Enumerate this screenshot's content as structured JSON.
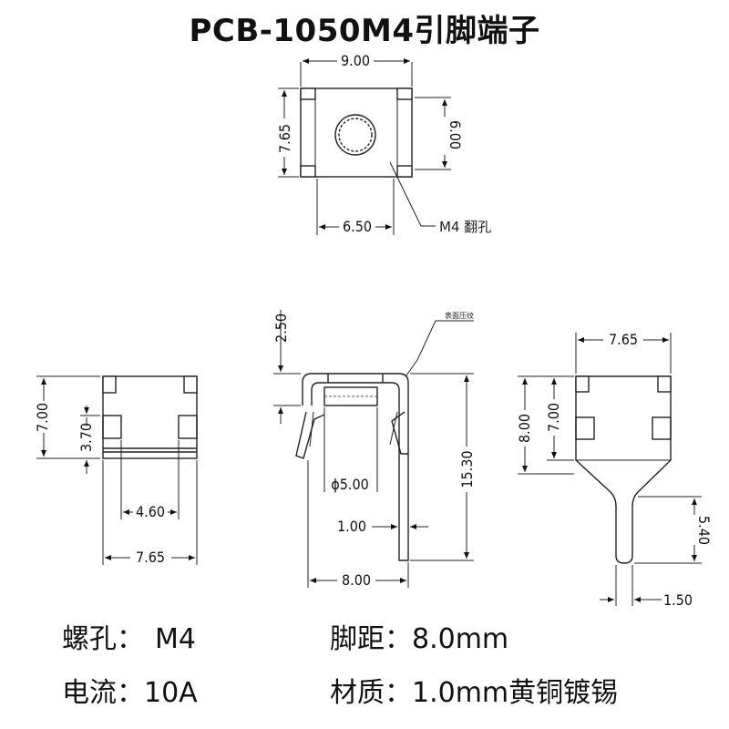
{
  "title": "PCB-1050M4引脚端子",
  "top_view": {
    "width": "9.00",
    "height": "7.65",
    "hole_span": "6.00",
    "bottom_offset": "6.50",
    "hole_callout": "M4 翻孔"
  },
  "front_view": {
    "height": "7.00",
    "inner_height": "3.70",
    "inner_width": "4.60",
    "width": "7.65"
  },
  "side_view": {
    "top_height": "2.50",
    "surface_note": "表面压纹",
    "hole_diameter": "ϕ5.00",
    "thickness": "1.00",
    "total_height": "15.30",
    "pin_pitch": "8.00"
  },
  "right_view": {
    "width": "7.65",
    "height": "8.00",
    "inner_height": "7.00",
    "pin_length": "5.40",
    "pin_width": "1.50"
  },
  "specs": [
    {
      "label": "螺孔：",
      "value": "M4"
    },
    {
      "label": "脚距：",
      "value": "8.0mm"
    },
    {
      "label": "电流：",
      "value": "10A"
    },
    {
      "label": "材质：",
      "value": "1.0mm黄铜镀锡"
    }
  ]
}
